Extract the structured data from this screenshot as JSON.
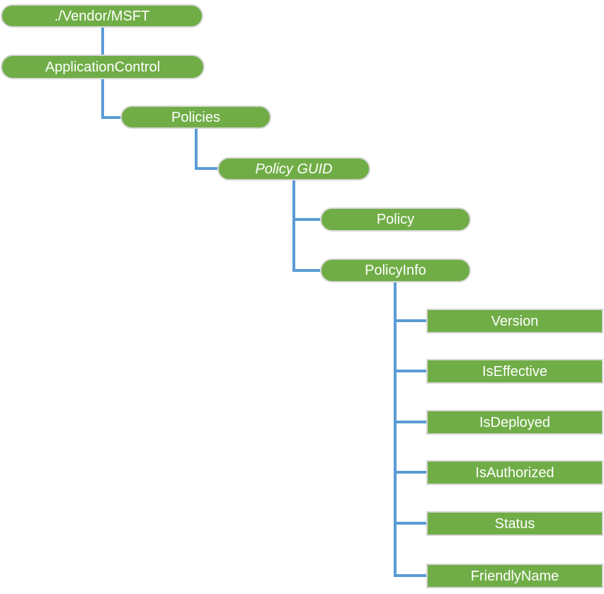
{
  "diagram": {
    "nodes": [
      {
        "id": "vendor-msft",
        "label": "./Vendor/MSFT",
        "shape": "pill",
        "italic": false
      },
      {
        "id": "application-control",
        "label": "ApplicationControl",
        "shape": "pill",
        "italic": false
      },
      {
        "id": "policies",
        "label": "Policies",
        "shape": "pill",
        "italic": false
      },
      {
        "id": "policy-guid",
        "label": "Policy GUID",
        "shape": "pill",
        "italic": true
      },
      {
        "id": "policy",
        "label": "Policy",
        "shape": "pill",
        "italic": false
      },
      {
        "id": "policyinfo",
        "label": "PolicyInfo",
        "shape": "pill",
        "italic": false
      },
      {
        "id": "version",
        "label": "Version",
        "shape": "rect",
        "italic": false
      },
      {
        "id": "iseffective",
        "label": "IsEffective",
        "shape": "rect",
        "italic": false
      },
      {
        "id": "isdeployed",
        "label": "IsDeployed",
        "shape": "rect",
        "italic": false
      },
      {
        "id": "isauthorized",
        "label": "IsAuthorized",
        "shape": "rect",
        "italic": false
      },
      {
        "id": "status",
        "label": "Status",
        "shape": "rect",
        "italic": false
      },
      {
        "id": "friendlyname",
        "label": "FriendlyName",
        "shape": "rect",
        "italic": false
      }
    ],
    "edges": [
      {
        "from": "vendor-msft",
        "to": "application-control"
      },
      {
        "from": "application-control",
        "to": "policies"
      },
      {
        "from": "policies",
        "to": "policy-guid"
      },
      {
        "from": "policy-guid",
        "to": "policy"
      },
      {
        "from": "policy-guid",
        "to": "policyinfo"
      },
      {
        "from": "policyinfo",
        "to": "version"
      },
      {
        "from": "policyinfo",
        "to": "iseffective"
      },
      {
        "from": "policyinfo",
        "to": "isdeployed"
      },
      {
        "from": "policyinfo",
        "to": "isauthorized"
      },
      {
        "from": "policyinfo",
        "to": "status"
      },
      {
        "from": "policyinfo",
        "to": "friendlyname"
      }
    ]
  },
  "colors": {
    "node_fill": "#70AD47",
    "node_border": "#D6D6D6",
    "connector": "#5B9BD5",
    "text": "#FFFFFF",
    "background": "#FFFFFF"
  }
}
